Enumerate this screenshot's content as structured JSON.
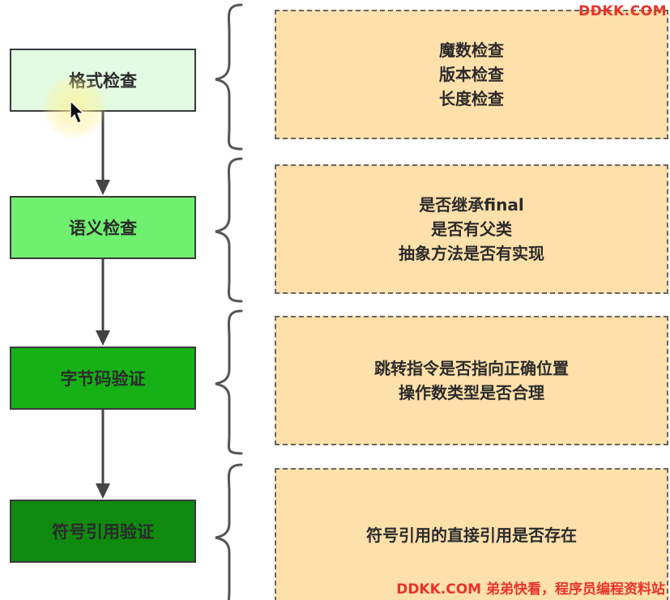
{
  "steps": [
    {
      "label": "格式检查",
      "fill": "#e2fbe2"
    },
    {
      "label": "语义检查",
      "fill": "#6ff06f"
    },
    {
      "label": "字节码验证",
      "fill": "#16b116"
    },
    {
      "label": "符号引用验证",
      "fill": "#0f8a0f"
    }
  ],
  "details": [
    {
      "lines": [
        "魔数检查",
        "版本检查",
        "长度检查"
      ]
    },
    {
      "lines": [
        "是否继承final",
        "是否有父类",
        "抽象方法是否有实现"
      ]
    },
    {
      "lines": [
        "跳转指令是否指向正确位置",
        "操作数类型是否合理"
      ]
    },
    {
      "lines": [
        "符号引用的直接引用是否存在"
      ]
    }
  ],
  "colors": {
    "detail_fill": "#fde0aa",
    "detail_border": "#666666",
    "arrow": "#444444",
    "watermark": "#e8332a"
  },
  "watermark": {
    "top": "DDKK.COM",
    "bottom": "DDKK.COM 弟弟快看，程序员编程资料站"
  }
}
